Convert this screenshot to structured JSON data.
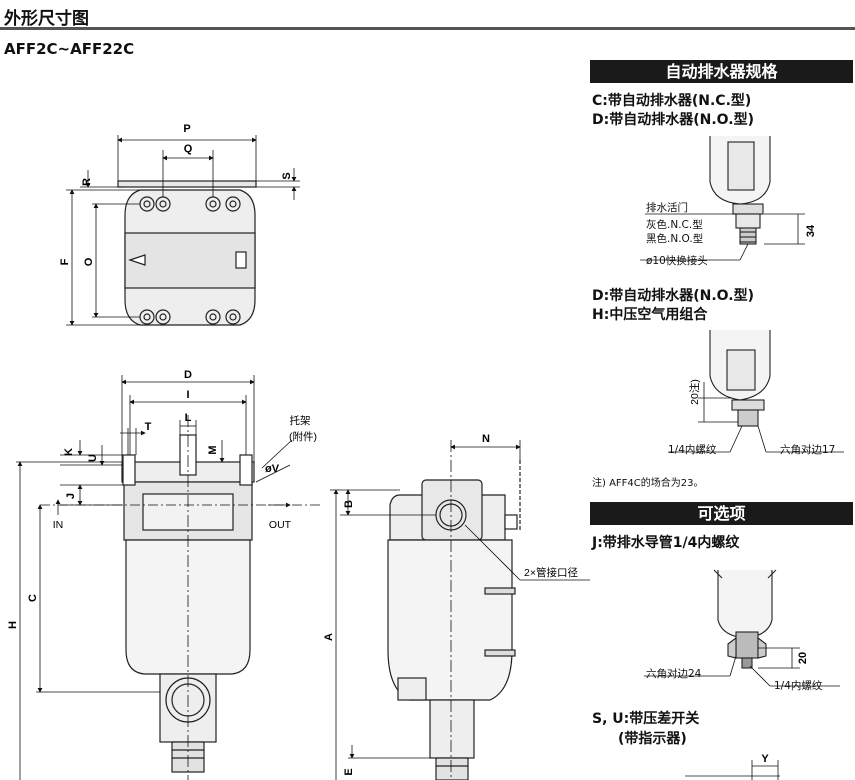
{
  "page": {
    "title": "外形尺寸图",
    "model": "AFF2C~AFF22C"
  },
  "main_drawing": {
    "dimension_labels": [
      "P",
      "Q",
      "R",
      "S",
      "F",
      "O",
      "D",
      "I",
      "T",
      "L",
      "K",
      "U",
      "M",
      "øV",
      "J",
      "IN",
      "OUT",
      "C",
      "H",
      "N",
      "B",
      "A",
      "E"
    ],
    "bracket_label": "托架",
    "bracket_sub": "(附件)",
    "port_label": "2×管接口径"
  },
  "spec_panel": {
    "banner": "自动排水器规格",
    "opt_c": "C:带自动排水器(N.C.型)",
    "opt_d": "D:带自动排水器(N.O.型)",
    "drain_cock": "排水活门",
    "gray_nc": "灰色.N.C.型",
    "black_no": "黑色.N.O.型",
    "fitting": "ø10快换接头",
    "dim_34": "34",
    "opt_d2": "D:带自动排水器(N.O.型)",
    "opt_h": "H:中压空气用组合",
    "dim_20": "20注)",
    "thread_14": "1/4内螺纹",
    "hex_17": "六角对边17",
    "note": "注) AFF4C的场合为23。"
  },
  "options_panel": {
    "banner": "可选项",
    "opt_j": "J:带排水导管1/4内螺纹",
    "hex_24": "六角对边24",
    "dim_20b": "20",
    "thread_14b": "1/4内螺纹",
    "opt_su": "S, U:带压差开关",
    "opt_su_sub": "(带指示器)",
    "dim_y": "Y"
  }
}
